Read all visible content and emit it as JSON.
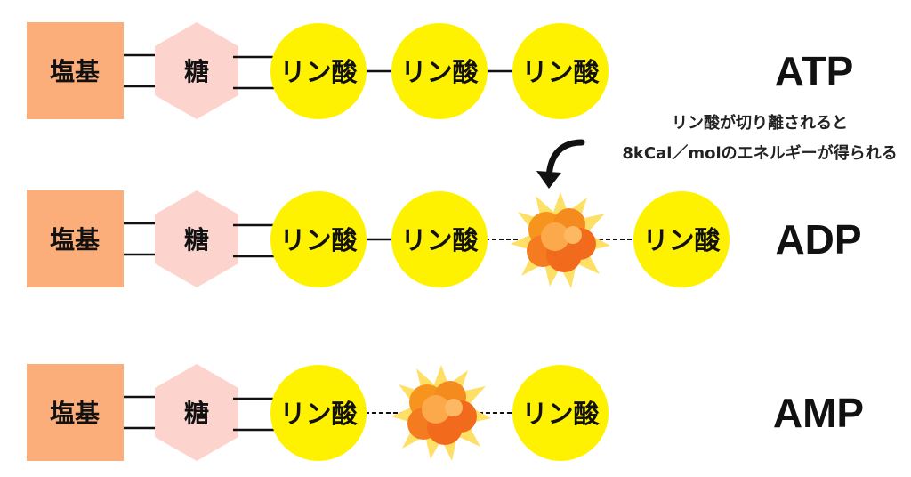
{
  "parts": {
    "base": "塩基",
    "sugar": "糖",
    "phosphate": "リン酸"
  },
  "rows": [
    {
      "name": "ATP"
    },
    {
      "name": "ADP"
    },
    {
      "name": "AMP"
    }
  ],
  "note": {
    "line1": "リン酸が切り離されると",
    "line2": "8kCal／molのエネルギーが得られる"
  },
  "colors": {
    "base": "#fbae7a",
    "sugar": "#fdd4cd",
    "phosphate": "#fff200",
    "explosion": "#f58a1f"
  }
}
